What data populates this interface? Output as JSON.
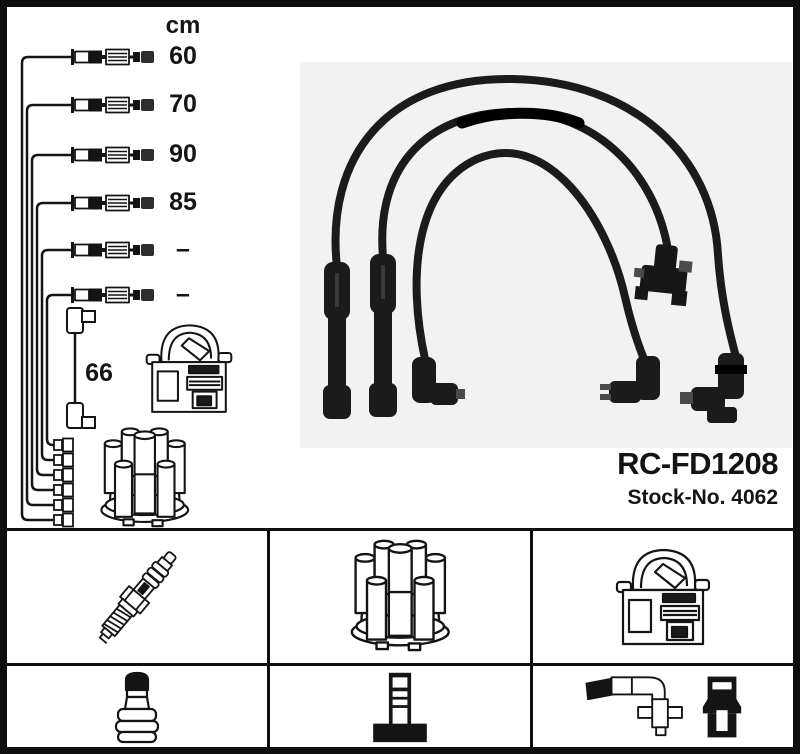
{
  "part": {
    "number": "RC-FD1208",
    "stock_no": "Stock-No. 4062"
  },
  "diagram": {
    "unit_header": "cm",
    "cable_lengths": [
      "60",
      "70",
      "90",
      "85",
      "–",
      "–"
    ],
    "coil_cable_length": "66",
    "cable_count": 6,
    "components_drawn": [
      "ignition-coil",
      "distributor-cap",
      "coil-to-distributor-cable"
    ]
  },
  "photo": {
    "background_color": "#f2f2f2",
    "cable_color": "#1b1b1b",
    "cables_visible": 3
  },
  "legend_icons": {
    "row1": [
      "spark-plug-icon",
      "distributor-cap-icon",
      "ignition-coil-icon"
    ],
    "row2": [
      "plug-boot-icon",
      "coil-tower-terminal-icon",
      "plug-connector-icon",
      "coil-connector-icon"
    ]
  },
  "colors": {
    "ink": "#141414",
    "border": "#0e0e0e",
    "background": "#ffffff"
  }
}
